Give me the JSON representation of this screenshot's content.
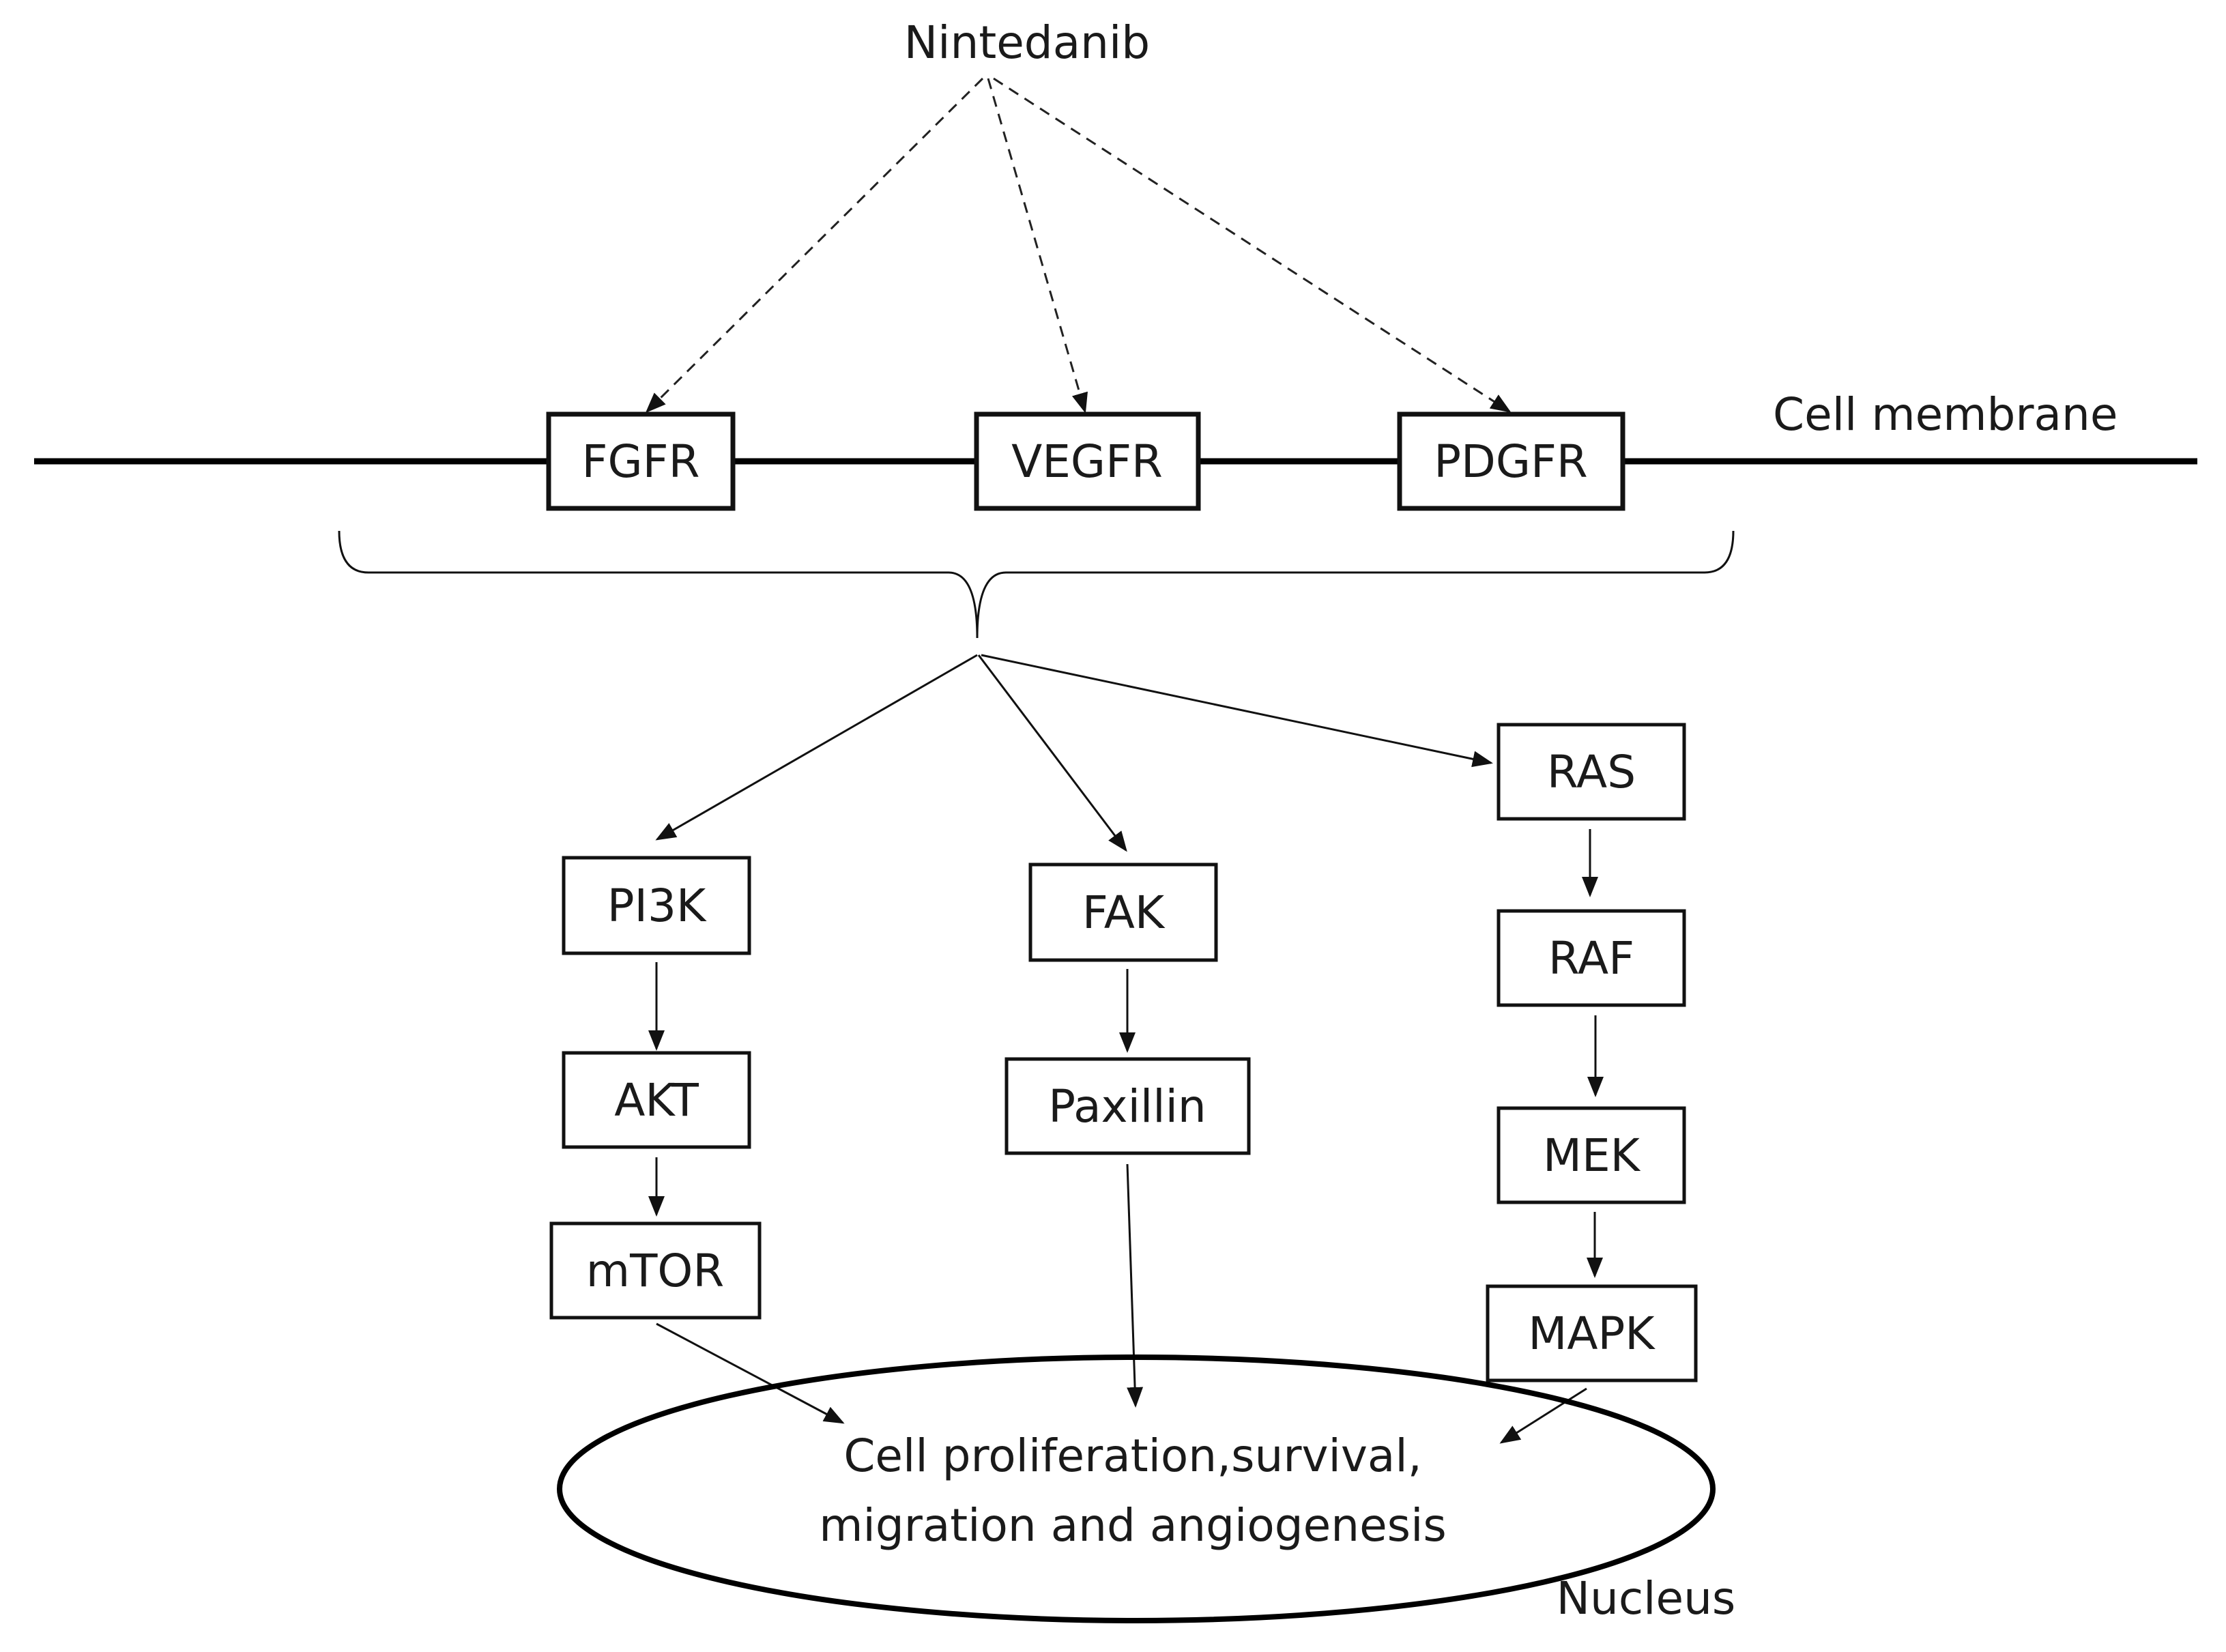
{
  "drug": "Nintedanib",
  "membrane_label": "Cell membrane",
  "receptors": {
    "fgfr": "FGFR",
    "vegfr": "VEGFR",
    "pdgfr": "PDGFR"
  },
  "pathways": {
    "pi3k": [
      "PI3K",
      "AKT",
      "mTOR"
    ],
    "fak": [
      "FAK",
      "Paxillin"
    ],
    "ras": [
      "RAS",
      "RAF",
      "MEK",
      "MAPK"
    ]
  },
  "nucleus": {
    "outcome_line1": "Cell proliferation,survival,",
    "outcome_line2": "migration and angiogenesis",
    "label": "Nucleus"
  }
}
